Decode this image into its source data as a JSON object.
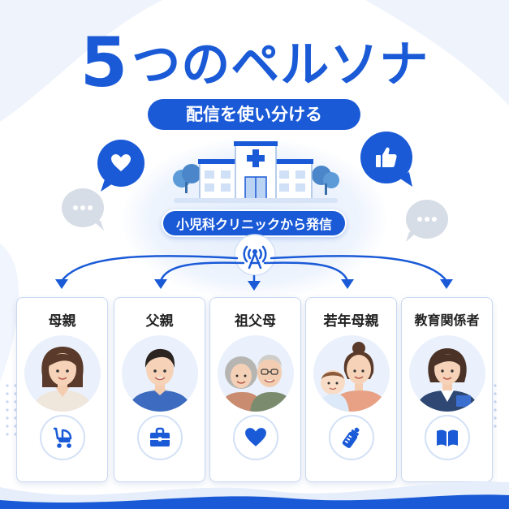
{
  "title": {
    "number": "5",
    "text": "つのペルソナ"
  },
  "subtitle": "配信を使い分ける",
  "source": "小児科クリニックから発信",
  "colors": {
    "primary": "#1a5ad7",
    "light": "#e3edfc",
    "grey": "#d7dde6"
  },
  "bubbles": [
    {
      "icon": "heart-icon"
    },
    {
      "icon": "thumbs-up-icon"
    },
    {
      "icon": "ellipsis-icon"
    },
    {
      "icon": "ellipsis-icon"
    }
  ],
  "personas": [
    {
      "label": "母親",
      "icon": "stroller-icon"
    },
    {
      "label": "父親",
      "icon": "briefcase-icon"
    },
    {
      "label": "祖父母",
      "icon": "heart-icon"
    },
    {
      "label": "若年母親",
      "icon": "baby-bottle-icon"
    },
    {
      "label": "教育関係者",
      "icon": "book-icon"
    }
  ]
}
